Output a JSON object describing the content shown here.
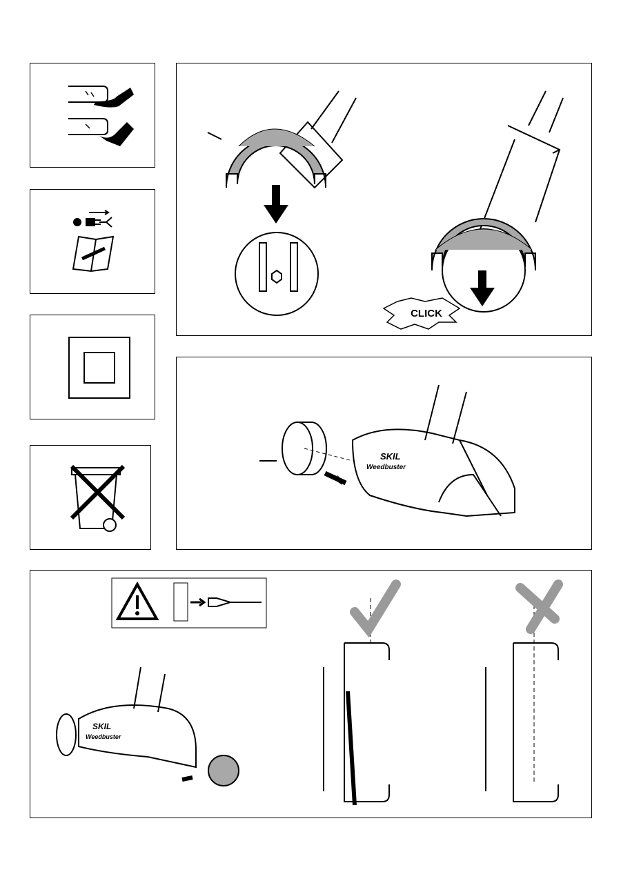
{
  "icons": {
    "gloves": "gloves-icon",
    "unplug_manual": "unplug-read-manual-icon",
    "double_insulation": "double-insulation-icon",
    "disposal": "crossed-bin-icon"
  },
  "figures": {
    "guard": {
      "click_label": "CLICK"
    },
    "adaptor": {
      "brand": "SKIL",
      "product": "Weedbuster"
    },
    "brush": {
      "brand": "SKIL",
      "product": "Weedbuster"
    }
  },
  "colors": {
    "guard_fill": "#a8a8a8",
    "check_mark": "#9a9a9a",
    "line": "#000000"
  }
}
